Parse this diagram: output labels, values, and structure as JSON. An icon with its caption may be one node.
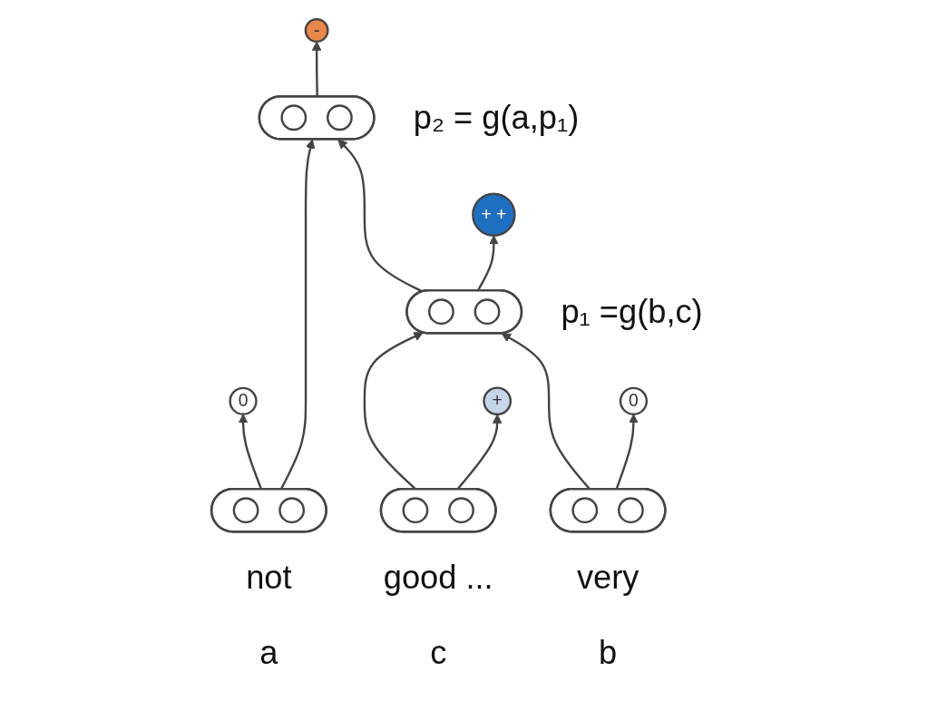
{
  "diagram": {
    "nodes": [
      {
        "text": [
          "-"
        ]
      },
      {
        "text": [],
        "shape": "pill",
        "beside": [
          "p₂ = g(a,p₁)"
        ]
      },
      {
        "text": [
          "+ +"
        ]
      },
      {
        "text": [],
        "shape": "pill",
        "beside": [
          "p₁ =g(b,c)"
        ]
      },
      {
        "text": [
          "0"
        ]
      },
      {
        "text": [
          "0"
        ]
      },
      {
        "text": [
          "+"
        ]
      },
      {
        "text": [],
        "shape": "pill",
        "beside": [
          "not",
          "a"
        ]
      },
      {
        "text": [],
        "shape": "pill",
        "beside": [
          "very",
          "b"
        ]
      },
      {
        "text": [],
        "shape": "pill",
        "beside": [
          "good ...",
          "c"
        ]
      }
    ],
    "edges": [
      {
        "from": 1,
        "to": 0,
        "arrow": "to"
      },
      {
        "from": 3,
        "to": 2,
        "arrow": "to"
      },
      {
        "from": 3,
        "to": 1,
        "arrow": "to"
      },
      {
        "from": 7,
        "to": 1,
        "arrow": "to"
      },
      {
        "from": 7,
        "to": 4,
        "arrow": "to"
      },
      {
        "from": 8,
        "to": 5,
        "arrow": "to"
      },
      {
        "from": 8,
        "to": 3,
        "arrow": "to"
      },
      {
        "from": 9,
        "to": 6,
        "arrow": "to"
      },
      {
        "from": 9,
        "to": 3,
        "arrow": "to"
      }
    ]
  }
}
